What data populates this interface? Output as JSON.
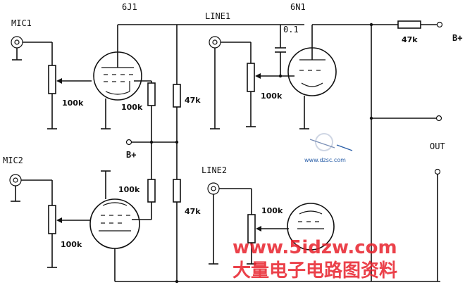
{
  "labels": {
    "mic1": "MIC1",
    "mic2": "MIC2",
    "tube1": "6J1",
    "tube2": "6N1",
    "line1": "LINE1",
    "line2": "LINE2",
    "cap": "0.1",
    "bplus_top": "B+",
    "bplus_mid": "B+",
    "out": "OUT"
  },
  "values": {
    "pot_mic1": "100k",
    "pot_mic2": "100k",
    "r_plate_top": "100k",
    "r_plate_bot": "100k",
    "r_47k_top": "47k",
    "r_47k_bot": "47k",
    "pot_line1": "100k",
    "pot_line2": "100k",
    "r_47k_right": "47k"
  },
  "watermark": {
    "site": "www.5idzw.com",
    "cn": "大量电子电路图资料",
    "small": "www.dzsc.com"
  },
  "colors": {
    "ink": "#111111",
    "watermark_red": "#e8202a",
    "watermark_blue": "#2a5fa8"
  }
}
